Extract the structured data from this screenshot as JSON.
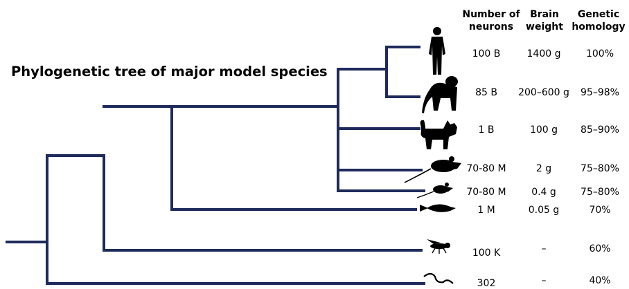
{
  "title": "Phylogenetic tree of major model species",
  "headers": {
    "neurons": [
      "Number of",
      "neurons"
    ],
    "brain": [
      "Brain",
      "weight"
    ],
    "homology": [
      "Genetic",
      "homology"
    ]
  },
  "species": [
    {
      "icon": "human-icon",
      "neurons": "100 B",
      "brain": "1400 g",
      "homology": "100%"
    },
    {
      "icon": "monkey-icon",
      "neurons": "85 B",
      "brain": "200–600 g",
      "homology": "95–98%"
    },
    {
      "icon": "dog-icon",
      "neurons": "1 B",
      "brain": "100 g",
      "homology": "85–90%"
    },
    {
      "icon": "rat-icon",
      "neurons": "70-80 M",
      "brain": "2 g",
      "homology": "75–80%"
    },
    {
      "icon": "mouse-icon",
      "neurons": "70-80 M",
      "brain": "0.4 g",
      "homology": "75–80%"
    },
    {
      "icon": "fish-icon",
      "neurons": "1 M",
      "brain": "0.05 g",
      "homology": "70%"
    },
    {
      "icon": "fly-icon",
      "neurons": "100 K",
      "brain": "–",
      "homology": "60%"
    },
    {
      "icon": "worm-icon",
      "neurons": "302",
      "brain": "–",
      "homology": "40%"
    }
  ],
  "colors": {
    "tree": "#1f2a5c",
    "icon": "#000000"
  }
}
